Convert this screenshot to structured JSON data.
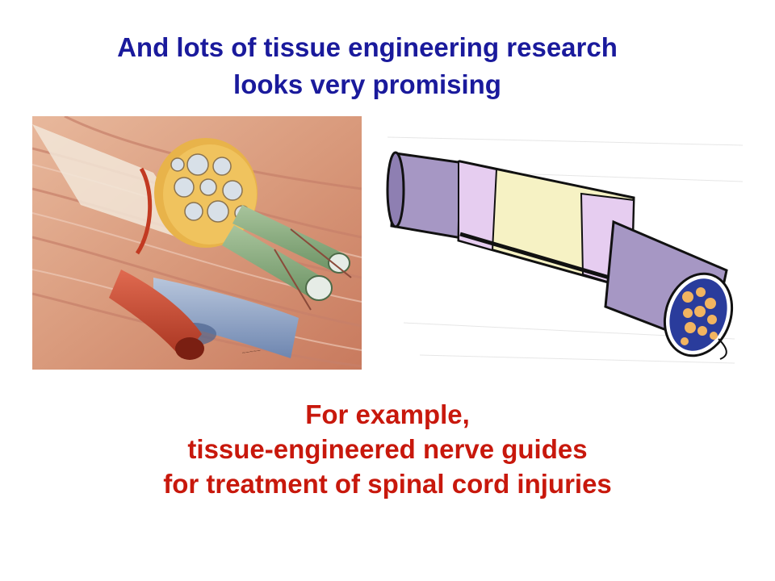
{
  "slide": {
    "title_lines": [
      "And lots of tissue engineering research",
      "looks very promising"
    ],
    "caption_lines": [
      "For example,",
      "tissue-engineered nerve guides",
      "for treatment of spinal cord injuries"
    ]
  },
  "figures": {
    "left": {
      "icon": "nerve-anatomy-illustration-icon"
    },
    "right": {
      "icon": "nerve-guide-conduit-illustration-icon"
    }
  },
  "colors": {
    "title": "#1a1a9c",
    "caption": "#c8180c"
  }
}
